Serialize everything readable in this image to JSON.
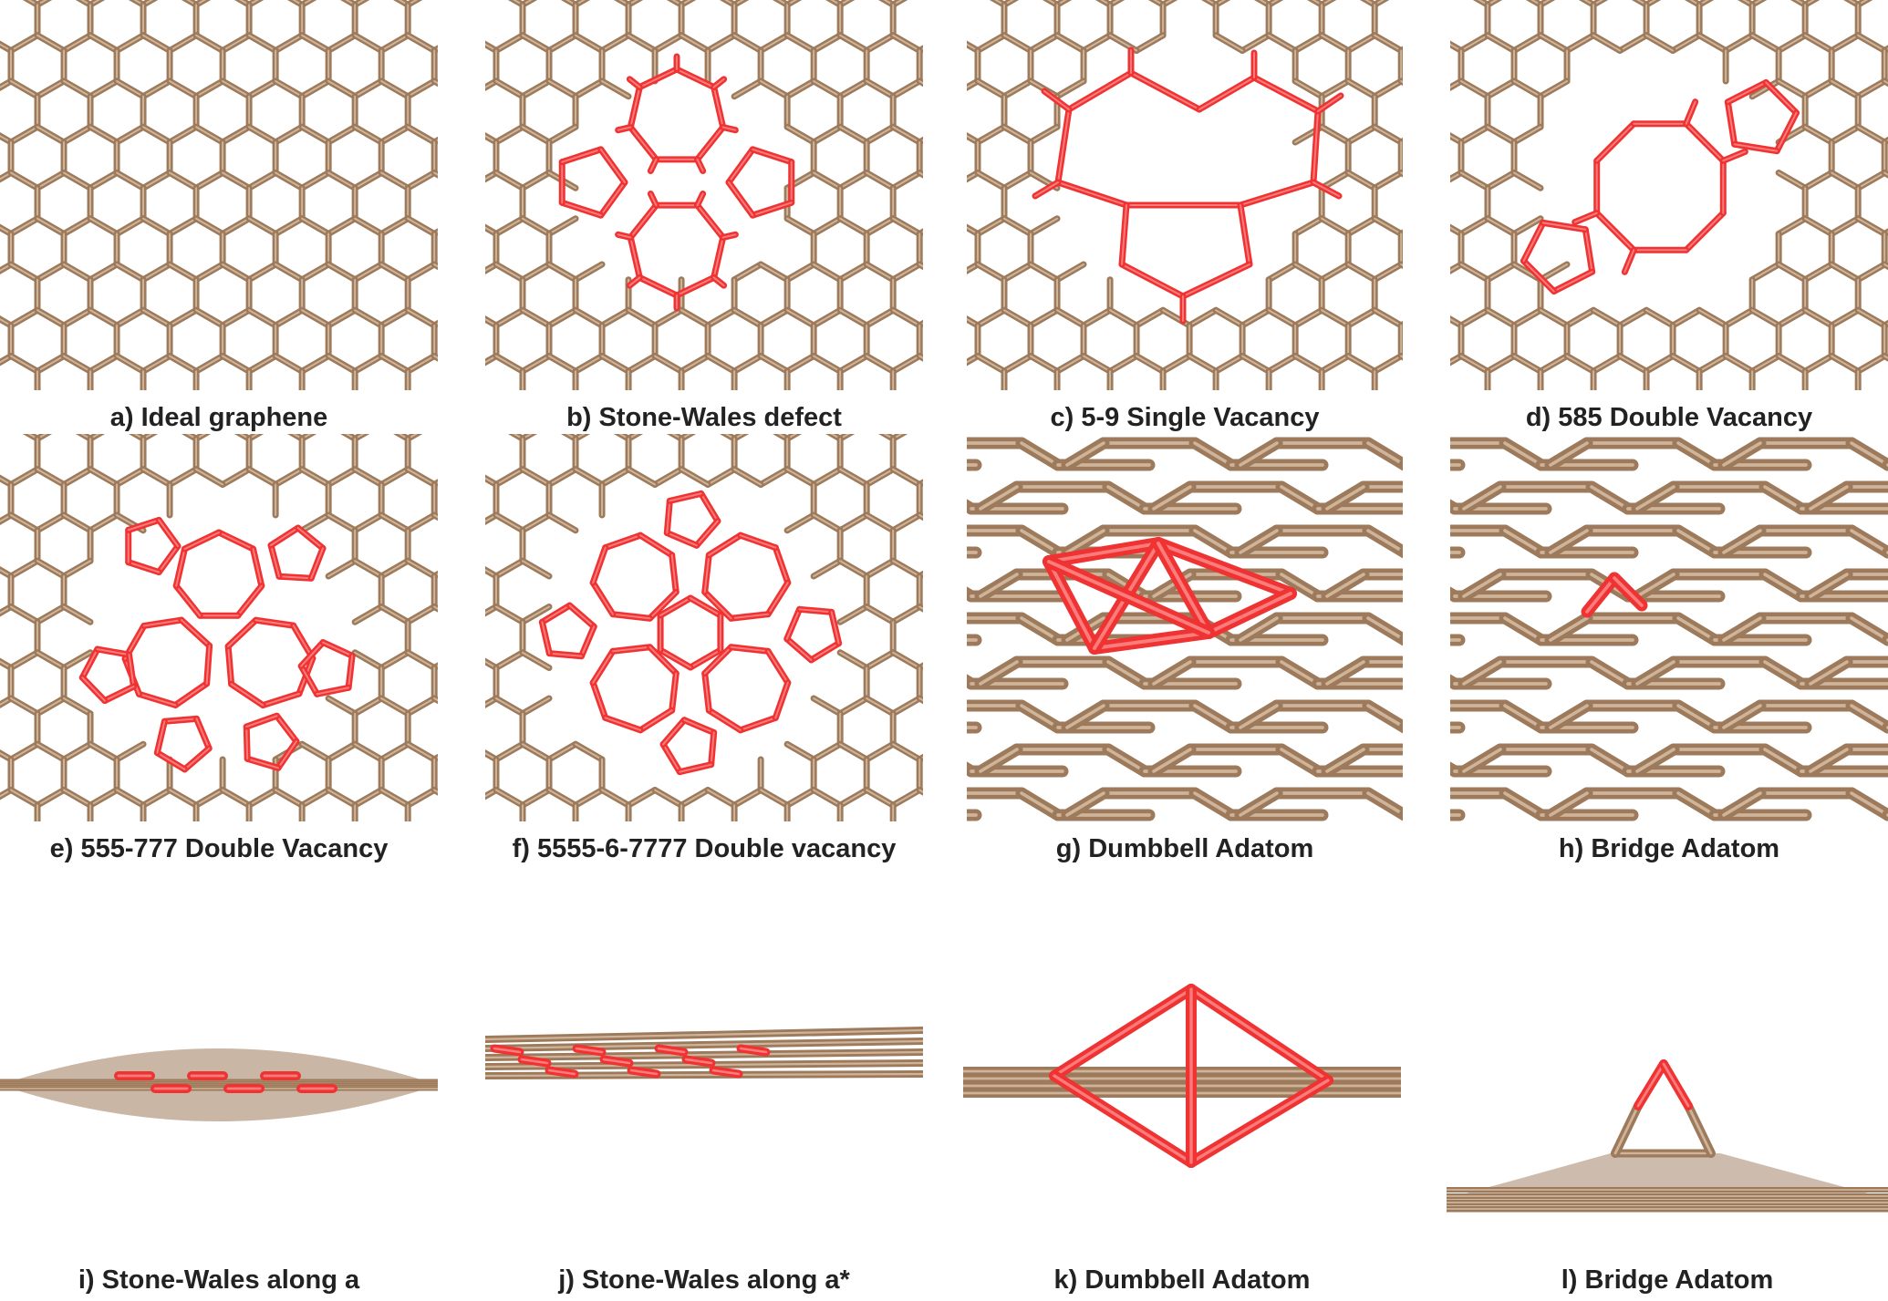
{
  "colors": {
    "carbon": "#9c7a5b",
    "carbon_dark": "#6e4e35",
    "carbon_light": "#d9bfa6",
    "defect": "#ef3232",
    "defect_light": "#ff8a8a",
    "caption_text": "#222222"
  },
  "panels": [
    {
      "id": "a",
      "caption": "a) Ideal graphene",
      "view": "top",
      "defect": "none"
    },
    {
      "id": "b",
      "caption": "b) Stone-Wales defect",
      "view": "top",
      "defect": "stone-wales"
    },
    {
      "id": "c",
      "caption": "c) 5-9 Single Vacancy",
      "view": "top",
      "defect": "single-vacancy"
    },
    {
      "id": "d",
      "caption": "d) 585 Double Vacancy",
      "view": "top",
      "defect": "585"
    },
    {
      "id": "e",
      "caption": "e) 555-777 Double Vacancy",
      "view": "top",
      "defect": "555-777"
    },
    {
      "id": "f",
      "caption": "f) 5555-6-7777 Double vacancy",
      "view": "top",
      "defect": "5555-6-7777"
    },
    {
      "id": "g",
      "caption": "g) Dumbbell Adatom",
      "view": "perspective",
      "defect": "dumbbell"
    },
    {
      "id": "h",
      "caption": "h) Bridge Adatom",
      "view": "perspective",
      "defect": "bridge"
    },
    {
      "id": "i",
      "caption": "i) Stone-Wales along a",
      "view": "side",
      "defect": "stone-wales-a"
    },
    {
      "id": "j",
      "caption": "j) Stone-Wales along a*",
      "view": "side",
      "defect": "stone-wales-a-star"
    },
    {
      "id": "k",
      "caption": "k) Dumbbell Adatom",
      "view": "side",
      "defect": "dumbbell-side"
    },
    {
      "id": "l",
      "caption": "l) Bridge Adatom",
      "view": "side",
      "defect": "bridge-side"
    }
  ]
}
